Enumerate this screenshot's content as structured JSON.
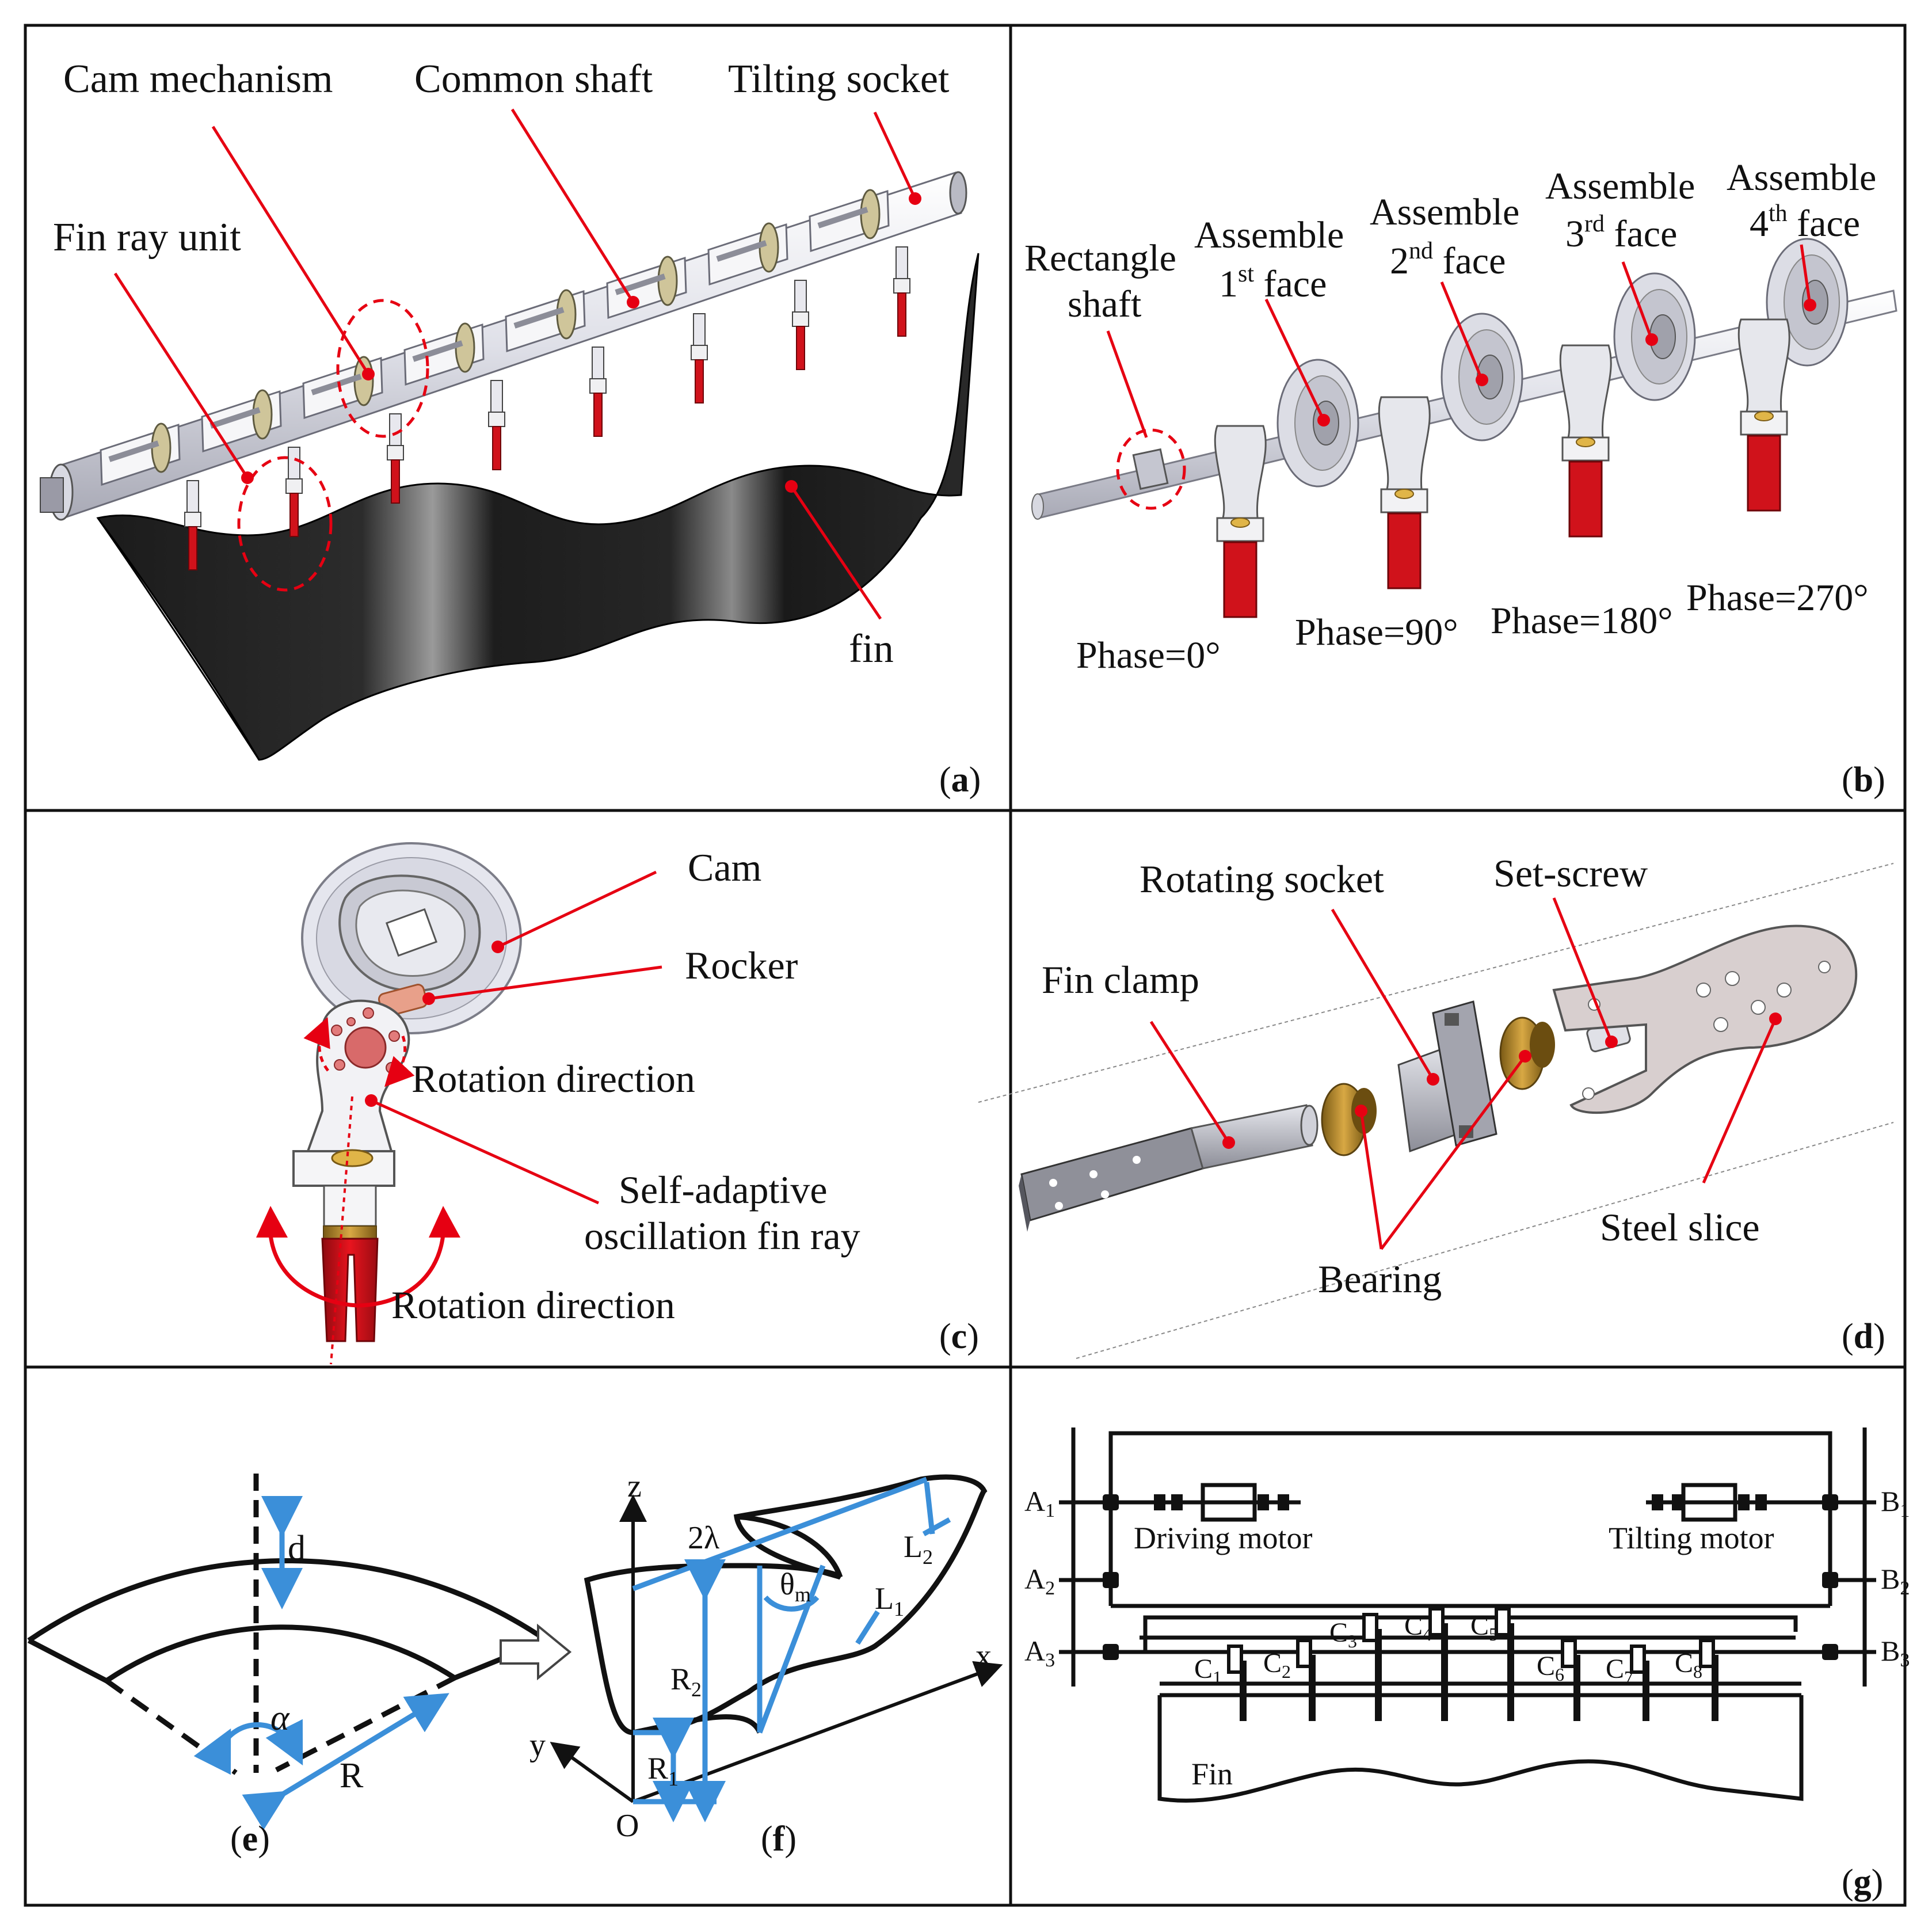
{
  "panels": {
    "a": {
      "caption_open": "(",
      "caption_letter": "a",
      "caption_close": ")",
      "labels": {
        "cam": "Cam mechanism",
        "shaft": "Common shaft",
        "tilting": "Tilting socket",
        "finray": "Fin ray unit",
        "fin": "fin"
      }
    },
    "b": {
      "caption_open": "(",
      "caption_letter": "b",
      "caption_close": ")",
      "labels": {
        "rect1": "Rectangle",
        "rect2": "shaft",
        "asm": "Assemble",
        "f1n": "1",
        "f1s": "st",
        "f1f": "face",
        "f2n": "2",
        "f2s": "nd",
        "f2f": "face",
        "f3n": "3",
        "f3s": "rd",
        "f3f": "face",
        "f4n": "4",
        "f4s": "th",
        "f4f": "face",
        "p0": "Phase=0°",
        "p90": "Phase=90°",
        "p180": "Phase=180°",
        "p270": "Phase=270°"
      }
    },
    "c": {
      "caption_open": "(",
      "caption_letter": "c",
      "caption_close": ")",
      "labels": {
        "cam": "Cam",
        "rocker": "Rocker",
        "rot1": "Rotation direction",
        "self1": "Self-adaptive",
        "self2": "oscillation fin ray",
        "rot2": "Rotation direction"
      }
    },
    "d": {
      "caption_open": "(",
      "caption_letter": "d",
      "caption_close": ")",
      "labels": {
        "rotsock": "Rotating socket",
        "setscrew": "Set-screw",
        "finclamp": "Fin clamp",
        "steel": "Steel slice",
        "bearing": "Bearing"
      }
    },
    "e": {
      "caption_open": "(",
      "caption_letter": "e",
      "caption_close": ")",
      "labels": {
        "d": "d",
        "alpha": "α",
        "R": "R"
      }
    },
    "f": {
      "caption_open": "(",
      "caption_letter": "f",
      "caption_close": ")",
      "labels": {
        "z": "z",
        "x": "x",
        "y": "y",
        "O": "O",
        "lam": "2λ",
        "theta": "θ",
        "theta_sub": "m",
        "L2": "L",
        "L2_sub": "2",
        "L1": "L",
        "L1_sub": "1",
        "R2": "R",
        "R2_sub": "2",
        "R1": "R",
        "R1_sub": "1"
      }
    },
    "g": {
      "caption_open": "(",
      "caption_letter": "g",
      "caption_close": ")",
      "labels": {
        "A": "A",
        "B": "B",
        "C": "C",
        "sub1": "1",
        "sub2": "2",
        "sub3": "3",
        "sub4": "4",
        "sub5": "5",
        "sub6": "6",
        "sub7": "7",
        "sub8": "8",
        "driving": "Driving motor",
        "tilting": "Tilting motor",
        "fin": "Fin"
      }
    }
  },
  "colors": {
    "leader": "#e60012",
    "fin_ray": "#d0121b",
    "fin": "#141414",
    "dimension": "#3b8fd9",
    "part_grey": "#c9c9cf",
    "bearing": "#b88a2a"
  }
}
